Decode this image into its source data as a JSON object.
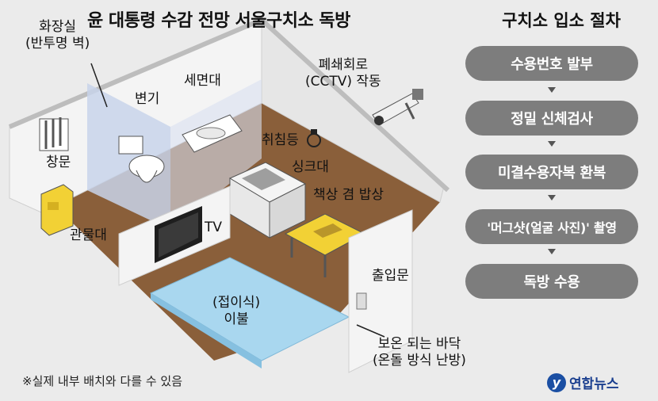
{
  "title": "윤 대통령 수감 전망 서울구치소 독방",
  "labels": {
    "toilet_room": "화장실\n(반투명 벽)",
    "toilet": "변기",
    "sink_basin": "세면대",
    "cctv": "폐쇄회로\n(CCTV) 작동",
    "lamp": "취침등",
    "window": "창문",
    "sink": "싱크대",
    "desk": "책상 겸 밥상",
    "cabinet": "관물대",
    "tv": "TV",
    "door": "출입문",
    "bedding": "(접이식)\n이불",
    "floor": "보온 되는 바닥\n(온돌 방식 난방)"
  },
  "procedure": {
    "title": "구치소 입소 절차",
    "steps": [
      "수용번호 발부",
      "정밀 신체검사",
      "미결수용자복 환복",
      "'머그샷(얼굴 사진)' 촬영",
      "독방 수용"
    ]
  },
  "note": "※실제 내부 배치와 다를 수 있음",
  "logo": "연합뉴스",
  "colors": {
    "floor": "#8a5f3a",
    "wall": "#f4f4f4",
    "glass": "#c8d3ea",
    "bedding": "#a9d7ef",
    "desk": "#f2d135",
    "step": "#7d7d7d"
  }
}
